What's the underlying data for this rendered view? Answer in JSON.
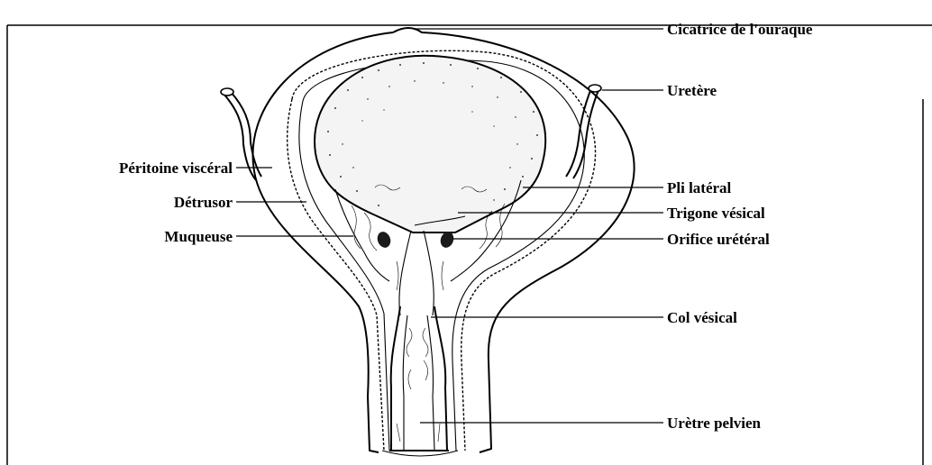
{
  "labels": {
    "cicatrice": "Cicatrice de l'ouraque",
    "uretere": "Uretère",
    "peritoine": "Péritoine viscéral",
    "pli_lateral": "Pli latéral",
    "detrusor": "Détrusor",
    "trigone": "Trigone vésical",
    "muqueuse": "Muqueuse",
    "orifice": "Orifice urétéral",
    "col": "Col vésical",
    "uretre": "Urètre pelvien"
  }
}
